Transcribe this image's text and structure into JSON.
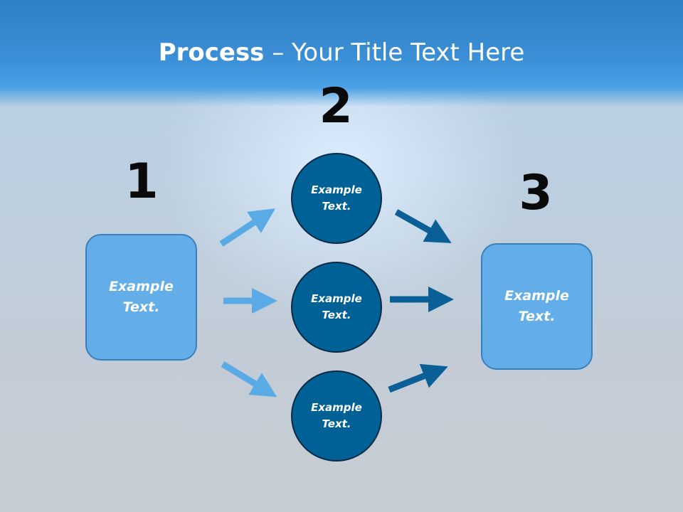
{
  "slide": {
    "title_bold": "Process",
    "title_rest": " – Your Title Text Here",
    "steps": [
      {
        "number": "1",
        "box_text": "Example\nText."
      },
      {
        "number": "2",
        "circles": [
          {
            "text": "Example\nText."
          },
          {
            "text": "Example\nText."
          },
          {
            "text": "Example\nText."
          }
        ]
      },
      {
        "number": "3",
        "box_text": "Example\nText."
      }
    ]
  },
  "colors": {
    "header": "#3b8fd6",
    "box_fill": "#63aee8",
    "circle_fill": "#006196",
    "arrow_light": "#5aaae6",
    "arrow_dark": "#0a5f97"
  }
}
